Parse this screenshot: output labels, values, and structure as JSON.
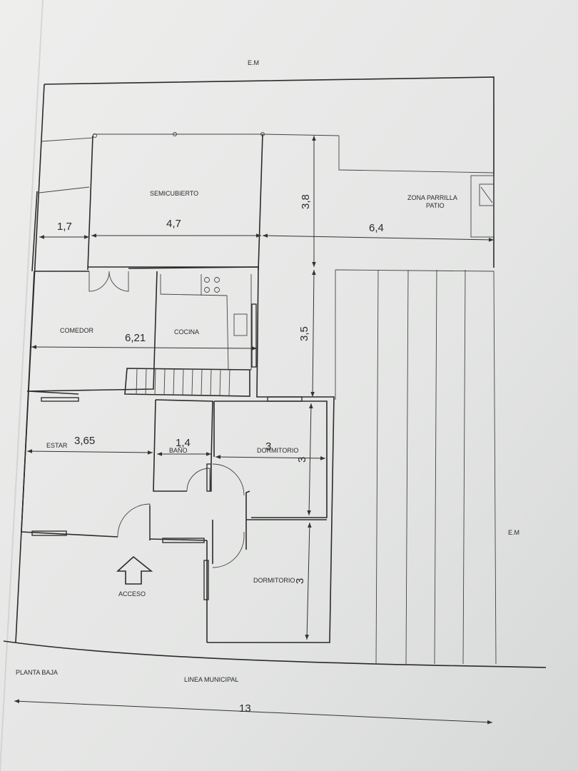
{
  "title": "PLANTA BAJA",
  "street_line": "LINEA MUNICIPAL",
  "top_neighbor": "E.M",
  "side_neighbor": "E.M",
  "access": "ACCESO",
  "rooms": {
    "semicubierto": "SEMICUBIERTO",
    "zona_parrilla": "ZONA PARRILLA",
    "patio": "PATIO",
    "comedor": "COMEDOR",
    "cocina": "COCINA",
    "estar": "ESTAR",
    "bano": "BAÑO",
    "dormitorio_1": "DORMITORIO",
    "dormitorio_2": "DORMITORIO"
  },
  "dimensions": {
    "d_1_7": "1,7",
    "d_4_7": "4,7",
    "d_6_4": "6,4",
    "d_3_8": "3,8",
    "d_3_5": "3,5",
    "d_6_21": "6,21",
    "d_3_65": "3,65",
    "d_1_4": "1,4",
    "d_3_dorm1_w": "3",
    "d_3_dorm1_h": "3",
    "d_3_dorm2_h": "3",
    "d_13": "13"
  },
  "colors": {
    "paper": "#e6e7e6",
    "line": "#2b2b2b"
  }
}
